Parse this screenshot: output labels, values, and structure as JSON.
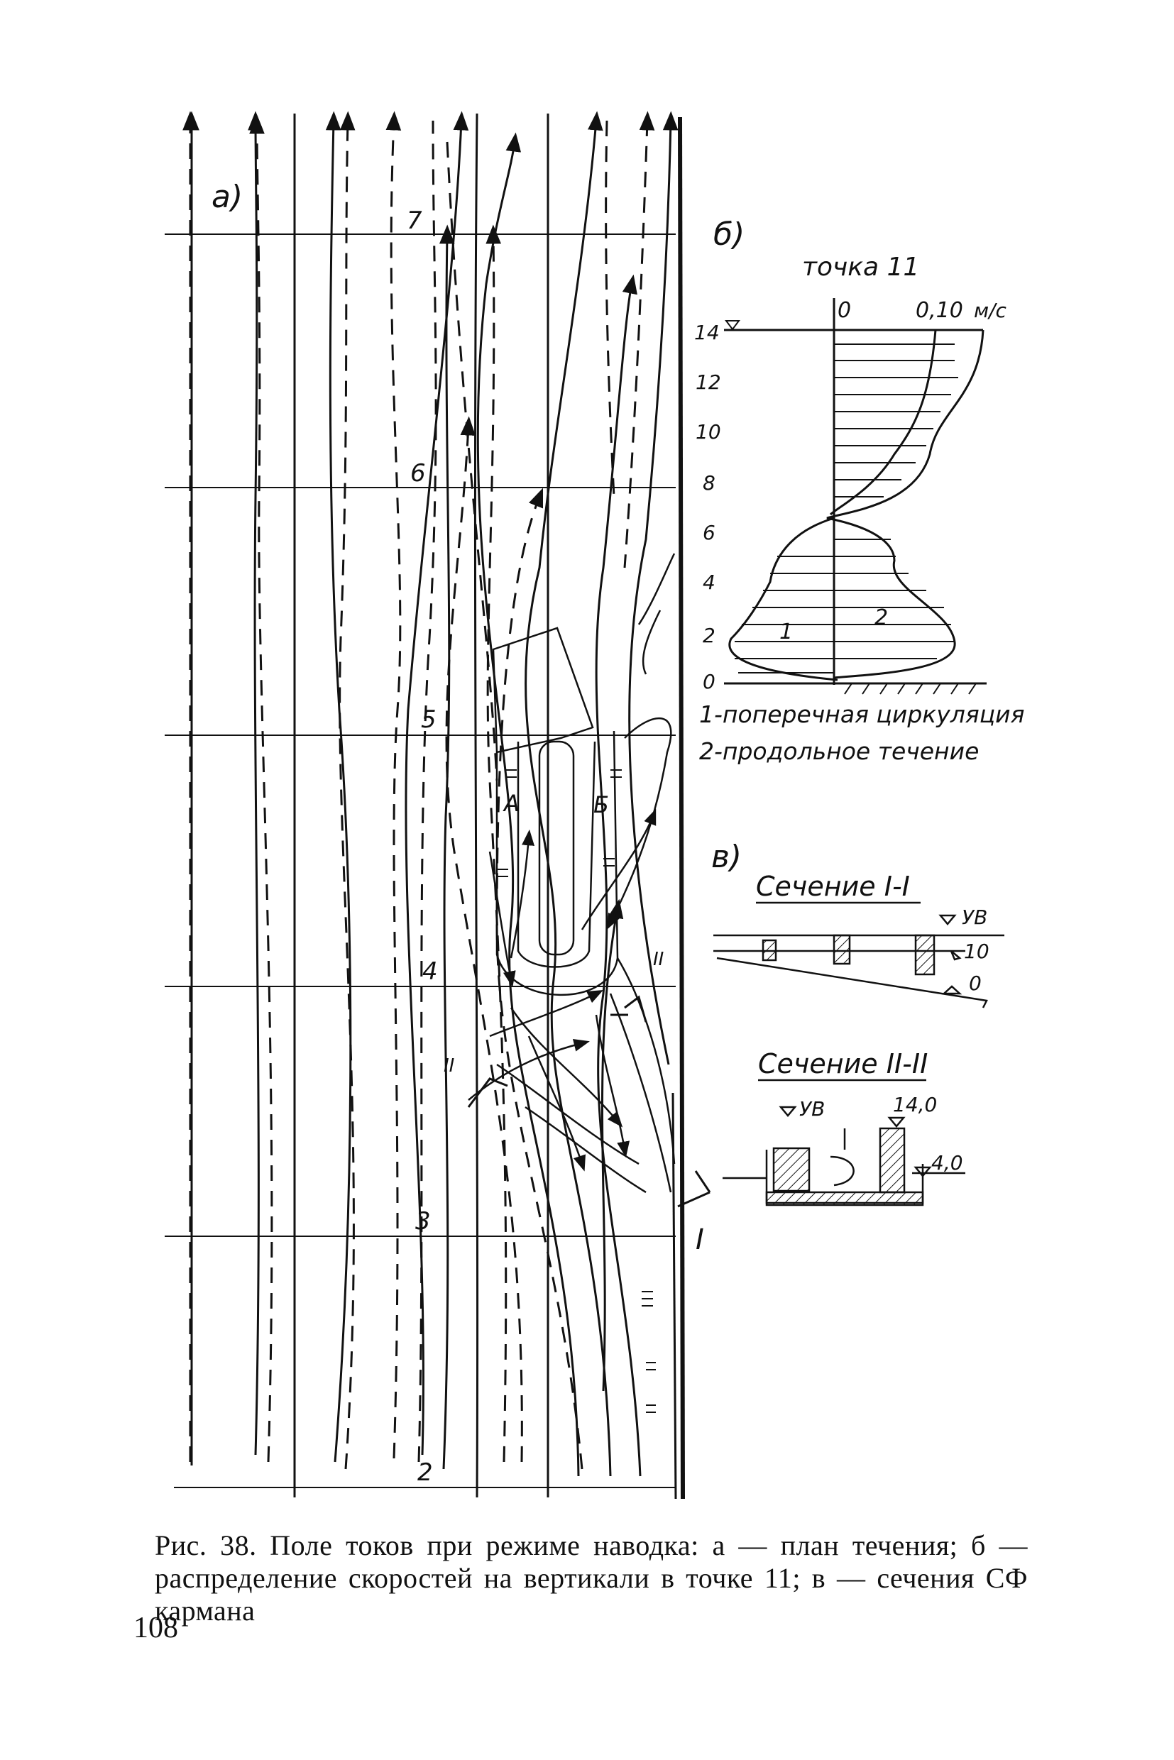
{
  "figure": {
    "panel_a_label": "а)",
    "panel_b_label": "б)",
    "panel_v_label": "в)",
    "section_numbers": [
      "7",
      "6",
      "5",
      "4",
      "3",
      "2"
    ],
    "zone_labels": [
      "А",
      "Б"
    ],
    "section_marks": [
      "I",
      "II",
      "II"
    ],
    "velocity_profile": {
      "title": "точка 11",
      "scale_zero": "0",
      "scale_value": "0,10",
      "scale_unit": "м/с",
      "depth_ticks": [
        "14",
        "12",
        "10",
        "8",
        "6",
        "4",
        "2",
        "0"
      ],
      "curve_labels": [
        "1",
        "2"
      ],
      "legend": [
        "1-поперечная циркуляция",
        "2-продольное течение"
      ]
    },
    "section_1": {
      "title": "Сечение I-I",
      "level_labels": [
        "УВ",
        "10",
        "0"
      ]
    },
    "section_2": {
      "title": "Сечение II-II",
      "level_labels": [
        "УВ",
        "14,0",
        "4,0"
      ]
    }
  },
  "caption": "Рис. 38. Поле токов при режиме наводка: а — план течения; б — распределение скоростей на вертикали в точке 11; в — сечения СФ кармана",
  "page_number": "108"
}
